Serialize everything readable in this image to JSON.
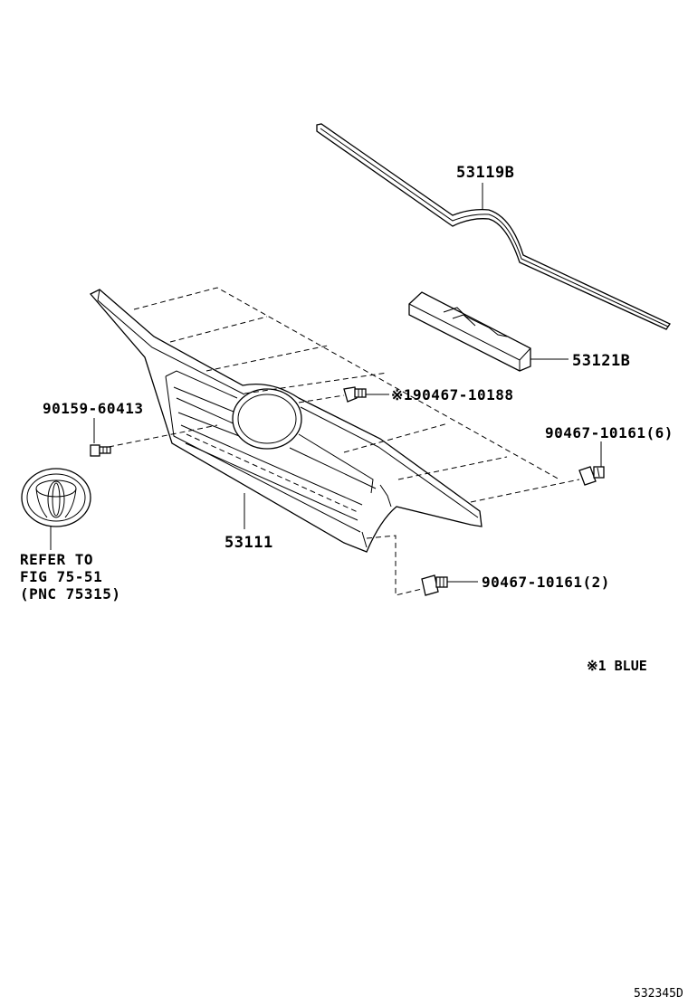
{
  "diagram": {
    "callouts": {
      "molding_upper": "53119B",
      "emblem_base": "53121B",
      "clip_blue": "※190467-10188",
      "screw": "90159-60413",
      "clip_side": "90467-10161(6)",
      "grille": "53111",
      "clip_lower": "90467-10161(2)"
    },
    "reference_note": {
      "line1": "REFER TO",
      "line2": "FIG 75-51",
      "line3": "(PNC 75315)"
    },
    "legend": "※1 BLUE",
    "figure_id": "532345D"
  }
}
